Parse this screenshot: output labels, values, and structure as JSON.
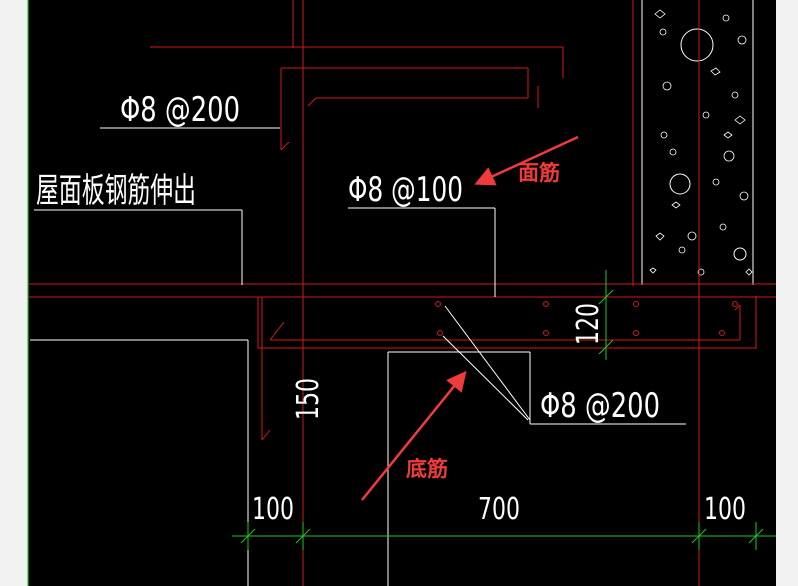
{
  "drawing": {
    "colors": {
      "background": "#000000",
      "border": "#f2f2f2",
      "line_white": "#ffffff",
      "line_red": "#d01818",
      "line_green": "#21c62a",
      "annotation": "#ef3b3b"
    },
    "labels": {
      "top_rebar": "Φ8 @200",
      "roof_slab_note": "屋面板钢筋伸出",
      "face_rebar_spec": "Φ8 @100",
      "bottom_rebar_spec": "Φ8 @200",
      "dim_120": "120",
      "dim_150": "150",
      "dim_left_100": "100",
      "dim_middle_700": "700",
      "dim_right_100": "100"
    },
    "annotations": {
      "face_rebar": "面筋",
      "bottom_rebar": "底筋"
    }
  }
}
